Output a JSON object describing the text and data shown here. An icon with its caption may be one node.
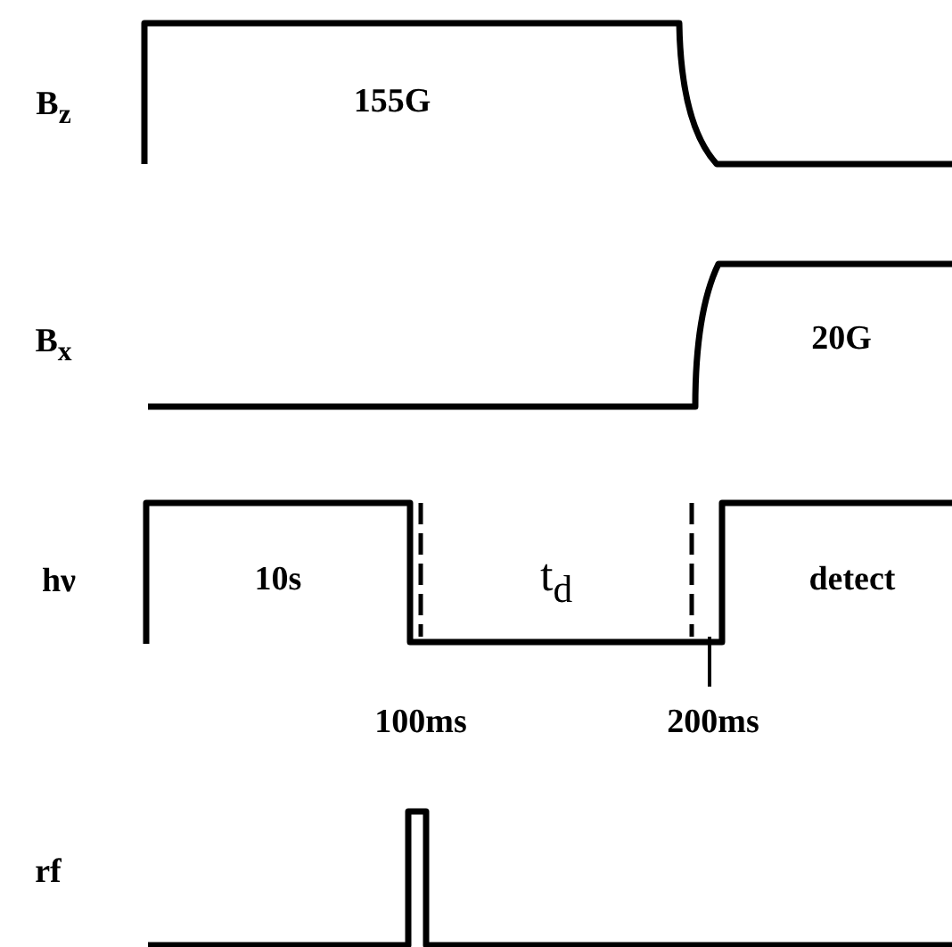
{
  "diagram": {
    "labels": [
      "B$_{z}$",
      "155G",
      "B$_{x}$",
      "20G",
      "hν",
      "10s",
      "t$_{d}$",
      "detect",
      "100ms",
      "200ms",
      "rf"
    ]
  }
}
